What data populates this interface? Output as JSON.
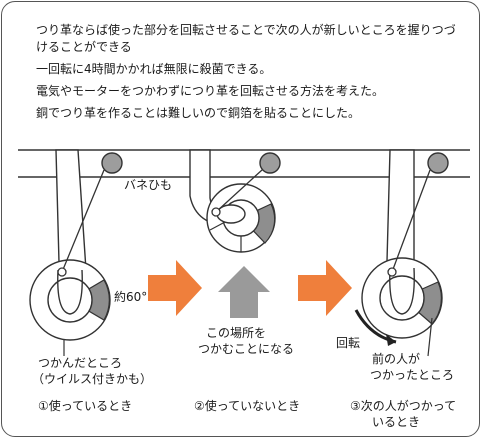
{
  "notes": [
    "つり革ならば使った部分を回転させることで次の人が新しいところを握りつづけることができる",
    "一回転に4時間かかれば無限に殺菌できる。",
    "電気やモーターをつかわずにつり革を回転させる方法を考えた。",
    "銅でつり革を作ることは難しいので銅箔を貼ることにした。"
  ],
  "labels": {
    "spring_string": "バネひも",
    "angle": "約60°",
    "grip_place_line1": "つかんだところ",
    "grip_place_line2": "（ウイルス付きかも）",
    "new_grip_line1": "この場所を",
    "new_grip_line2": "つかむことになる",
    "rotation": "回転",
    "prev_person_line1": "前の人が",
    "prev_person_line2": "つかったところ"
  },
  "captions": {
    "step1": "①使っているとき",
    "step2": "②使っていないとき",
    "step3_line1": "③次の人がつかって",
    "step3_line2": "いるとき"
  },
  "colors": {
    "arrow_orange": "#ef7f3c",
    "arrow_gray": "#9a9a9a",
    "sector_gray": "#8e8e8e",
    "ring_gray": "#9d9d9d",
    "outline": "#333333"
  }
}
